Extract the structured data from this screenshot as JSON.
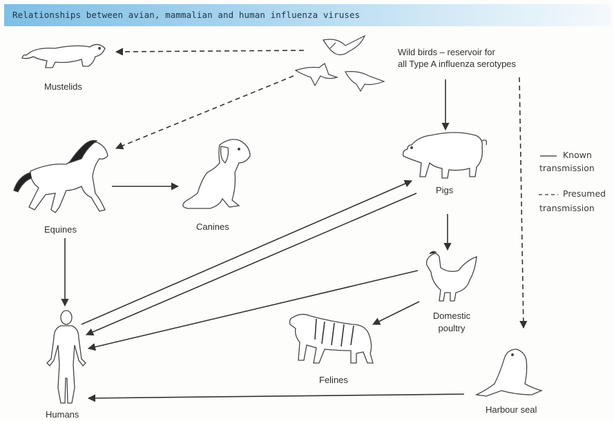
{
  "title": "Relationships between avian, mammalian and human influenza viruses",
  "nodes": {
    "wild_birds": "Wild birds – reservoir for all Type A influenza serotypes",
    "wild_birds_line1": "Wild birds – reservoir for",
    "wild_birds_line2": "all Type A influenza serotypes",
    "mustelids": "Mustelids",
    "equines": "Equines",
    "canines": "Canines",
    "pigs": "Pigs",
    "humans": "Humans",
    "domestic_poultry_line1": "Domestic",
    "domestic_poultry_line2": "poultry",
    "felines": "Felines",
    "harbour_seal": "Harbour seal"
  },
  "legend": {
    "known_line1": "Known",
    "known_line2": "transmission",
    "presumed_line1": "Presumed",
    "presumed_line2": "transmission"
  },
  "edges": [
    {
      "from": "Wild birds",
      "to": "Mustelids",
      "type": "presumed"
    },
    {
      "from": "Wild birds",
      "to": "Equines",
      "type": "presumed"
    },
    {
      "from": "Wild birds",
      "to": "Pigs",
      "type": "known"
    },
    {
      "from": "Wild birds",
      "to": "Harbour seal",
      "type": "presumed"
    },
    {
      "from": "Equines",
      "to": "Canines",
      "type": "known"
    },
    {
      "from": "Equines",
      "to": "Humans",
      "type": "known"
    },
    {
      "from": "Pigs",
      "to": "Humans",
      "type": "known"
    },
    {
      "from": "Humans",
      "to": "Pigs",
      "type": "known"
    },
    {
      "from": "Pigs",
      "to": "Domestic poultry",
      "type": "known"
    },
    {
      "from": "Domestic poultry",
      "to": "Humans",
      "type": "known"
    },
    {
      "from": "Domestic poultry",
      "to": "Felines",
      "type": "known"
    },
    {
      "from": "Harbour seal",
      "to": "Humans",
      "type": "known"
    }
  ],
  "colors": {
    "banner": "#8cc6e8",
    "line": "#333333"
  },
  "icons": [
    "mustelid-icon",
    "wild-birds-icon",
    "horse-icon",
    "dog-icon",
    "pig-icon",
    "human-icon",
    "rooster-icon",
    "tiger-icon",
    "seal-icon"
  ]
}
